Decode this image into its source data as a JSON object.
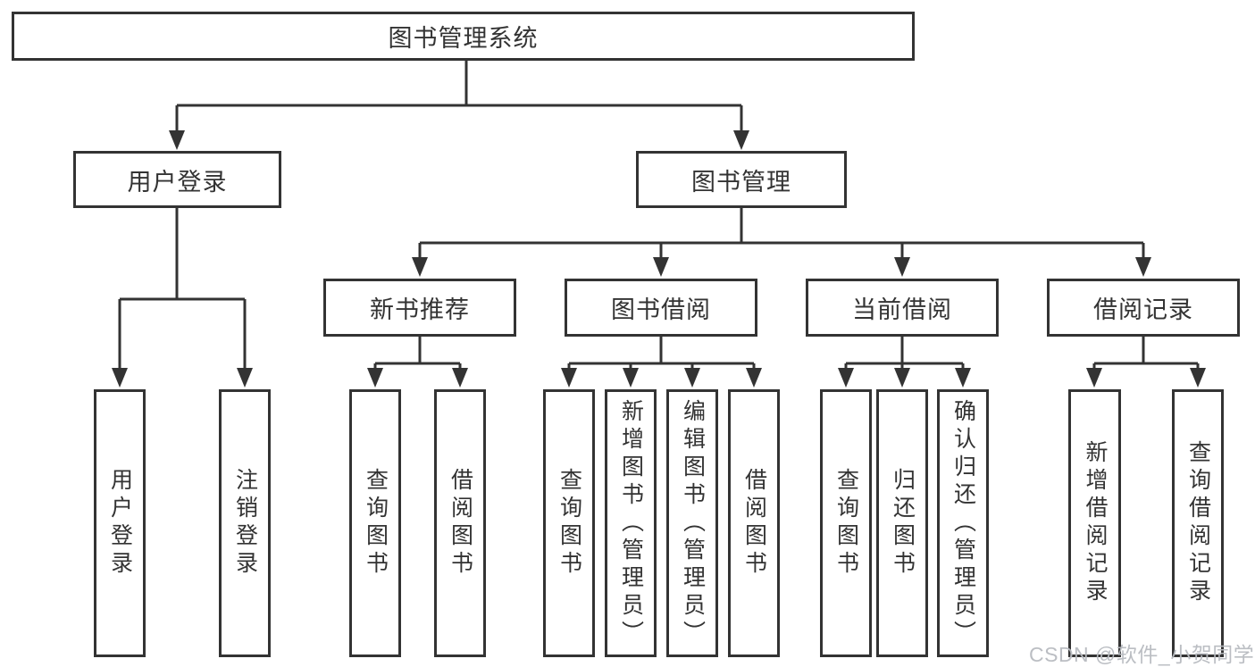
{
  "diagram": {
    "root": {
      "label": "图书管理系统"
    },
    "user_login": {
      "label": "用户登录",
      "children": [
        {
          "label": "用户登录"
        },
        {
          "label": "注销登录"
        }
      ]
    },
    "book_management": {
      "label": "图书管理",
      "sections": {
        "new_book_recommend": {
          "label": "新书推荐",
          "children": [
            {
              "label": "查询图书"
            },
            {
              "label": "借阅图书"
            }
          ]
        },
        "book_borrow": {
          "label": "图书借阅",
          "children": [
            {
              "label": "查询图书"
            },
            {
              "label": "新增图书（管理员）"
            },
            {
              "label": "编辑图书（管理员）"
            },
            {
              "label": "借阅图书"
            }
          ]
        },
        "current_borrow": {
          "label": "当前借阅",
          "children": [
            {
              "label": "查询图书"
            },
            {
              "label": "归还图书"
            },
            {
              "label": "确认归还（管理员）"
            }
          ]
        },
        "borrow_record": {
          "label": "借阅记录",
          "children": [
            {
              "label": "新增借阅记录"
            },
            {
              "label": "查询借阅记录"
            }
          ]
        }
      }
    },
    "colors": {
      "line": "#333333",
      "text": "#333333",
      "background": "#ffffff",
      "watermark": "#b7bbc0"
    }
  },
  "watermark": {
    "text": "CSDN @软件_小贺同学"
  }
}
